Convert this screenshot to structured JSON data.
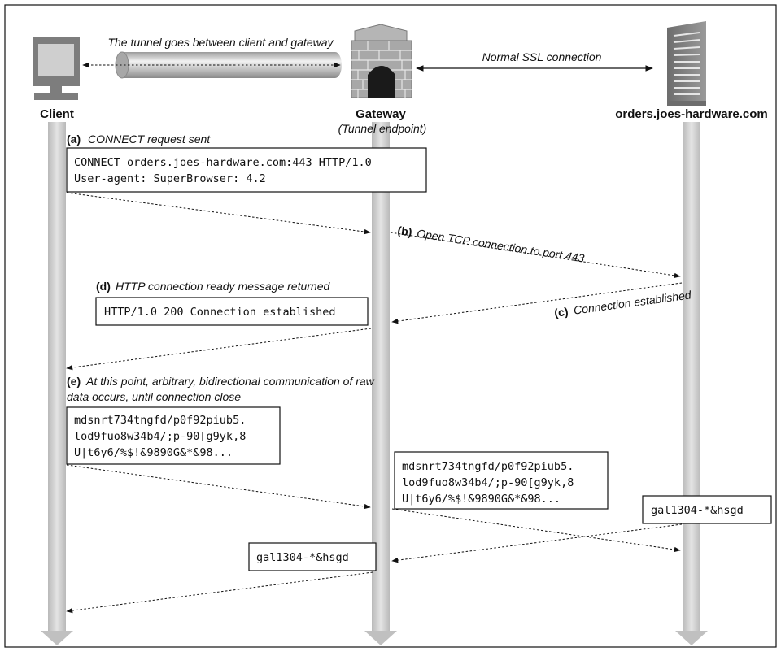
{
  "nodes": {
    "client": {
      "name": "Client"
    },
    "gateway": {
      "name": "Gateway",
      "sub": "(Tunnel endpoint)"
    },
    "server": {
      "name": "orders.joes-hardware.com"
    }
  },
  "captions": {
    "tunnel": "The tunnel goes between client and gateway",
    "ssl": "Normal SSL connection"
  },
  "steps": {
    "a": {
      "tag": "(a)",
      "text": "CONNECT request sent"
    },
    "b": {
      "tag": "(b)",
      "text": "Open TCP connection to port 443"
    },
    "c": {
      "tag": "(c)",
      "text": "Connection established"
    },
    "d": {
      "tag": "(d)",
      "text": "HTTP connection ready message returned"
    },
    "e": {
      "tag": "(e)",
      "line1": "At this point, arbitrary, bidirectional communication of raw",
      "line2": "data occurs, until connection close"
    }
  },
  "messages": {
    "connect": [
      "CONNECT orders.joes-hardware.com:443 HTTP/1.0",
      "User-agent: SuperBrowser: 4.2"
    ],
    "established": "HTTP/1.0 200 Connection established",
    "raw_client": [
      "mdsnrt734tngfd/p0f92piub5.",
      "lod9fuo8w34b4/;p-90[g9yk,8",
      "U|t6y6/%$!&9890G&*&98..."
    ],
    "raw_gateway": [
      "mdsnrt734tngfd/p0f92piub5.",
      "lod9fuo8w34b4/;p-90[g9yk,8",
      "U|t6y6/%$!&9890G&*&98..."
    ],
    "reply_server": "gal1304-*&hsgd",
    "reply_gateway": "gal1304-*&hsgd"
  },
  "colors": {
    "lifeline": "#c6c6c6",
    "icon": "#7d7d7d",
    "brick": "#a8a8a8",
    "ink": "#111111"
  }
}
